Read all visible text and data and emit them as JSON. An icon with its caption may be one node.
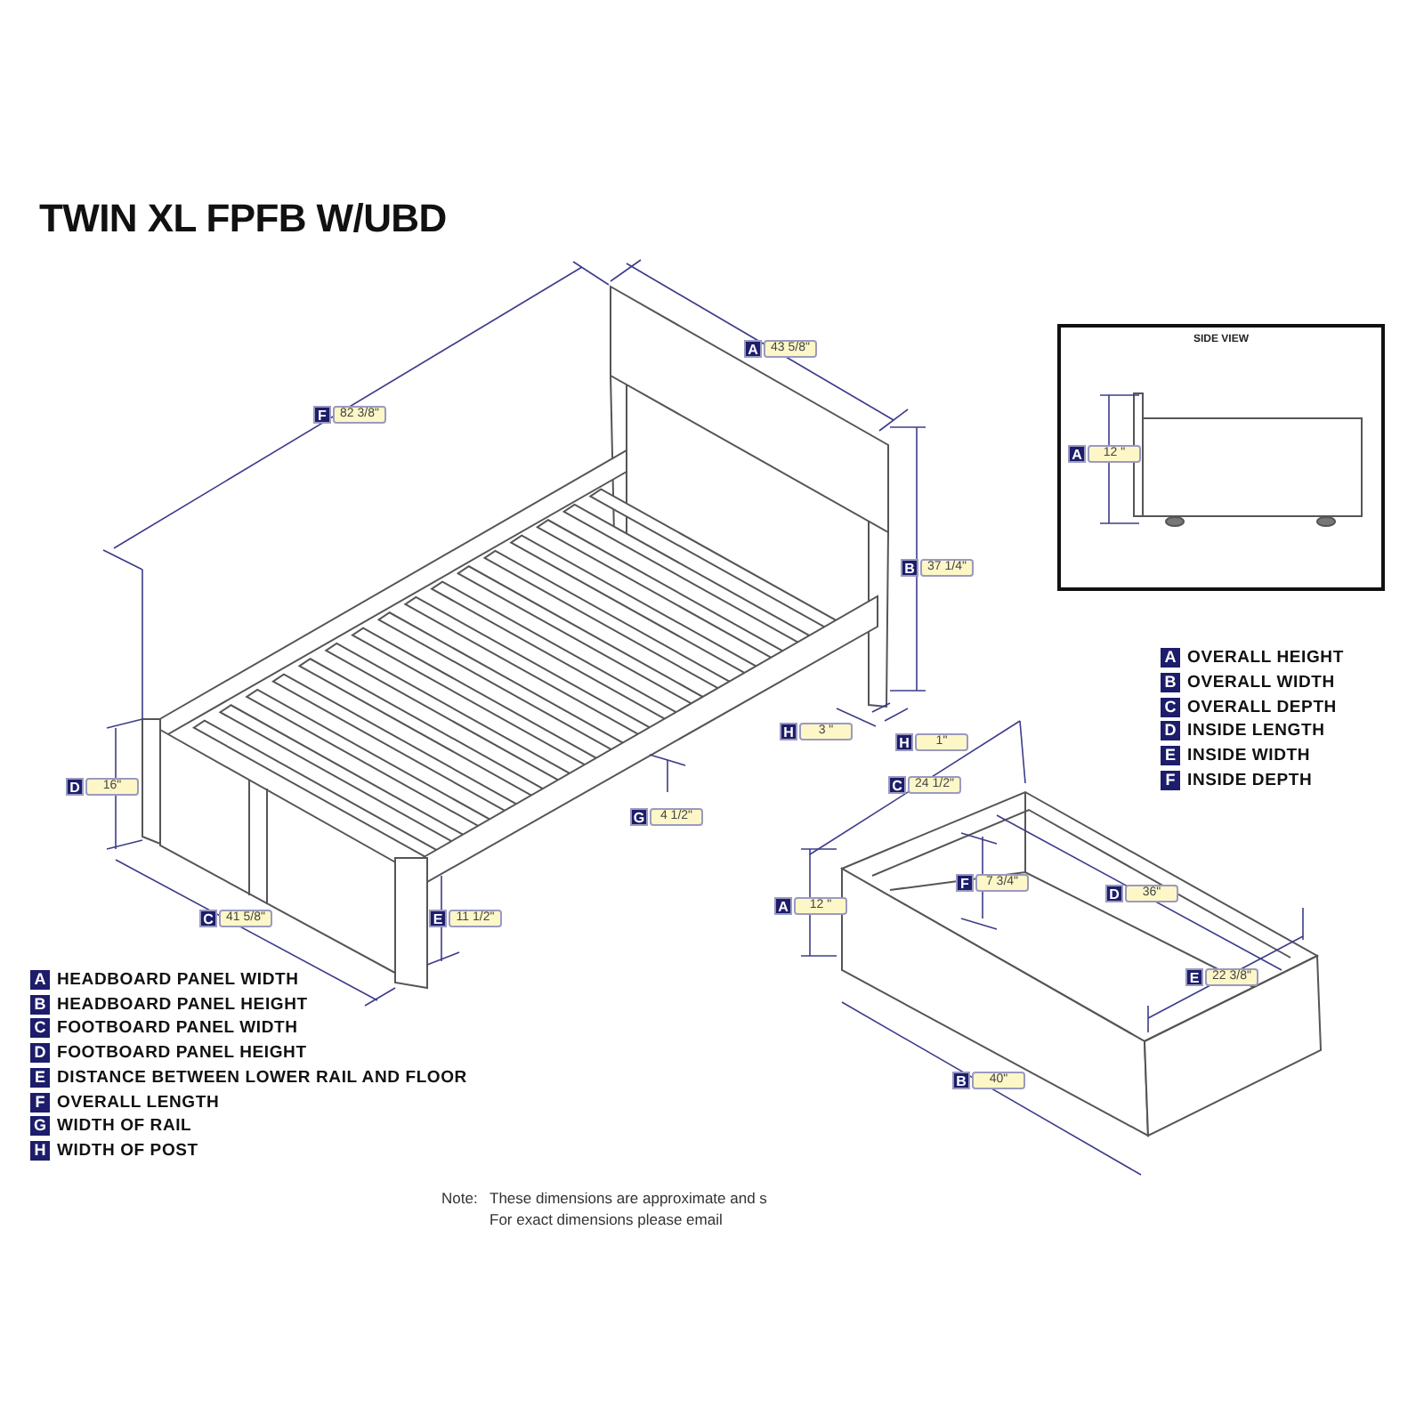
{
  "diagram": {
    "title": "TWIN XL FPFB W/UBD",
    "nodes": [
      {
        "text": [
          "SIDE VIEW"
        ]
      }
    ],
    "labels": [
      "A",
      "43 5/8\"",
      "F",
      "82 3/8\"",
      "A",
      "12 \"",
      "B",
      "37 1/4\"",
      "A",
      "OVERALL HEIGHT",
      "B",
      "OVERALL WIDTH",
      "C",
      "OVERALL DEPTH",
      "D",
      "INSIDE LENGTH",
      "E",
      "INSIDE WIDTH",
      "F",
      "INSIDE DEPTH",
      "H",
      "3 \"",
      "H",
      "1\"",
      "D",
      "16\"",
      "C",
      "24 1/2\"",
      "G",
      "4 1/2\"",
      "F",
      "7 3/4\"",
      "D",
      "36\"",
      "A",
      "12 \"",
      "C",
      "41 5/8\"",
      "E",
      "11 1/2\"",
      "A",
      "HEADBOARD PANEL WIDTH",
      "B",
      "HEADBOARD PANEL HEIGHT",
      "C",
      "FOOTBOARD PANEL WIDTH",
      "D",
      "FOOTBOARD PANEL HEIGHT",
      "E",
      "DISTANCE BETWEEN LOWER RAIL AND FLOOR",
      "F",
      "OVERALL LENGTH",
      "G",
      "WIDTH OF RAIL",
      "H",
      "WIDTH OF POST",
      "E",
      "22 3/8\"",
      "B",
      "40\"",
      "Note:",
      "These dimensions are approximate and s",
      "For exact dimensions please email"
    ]
  }
}
